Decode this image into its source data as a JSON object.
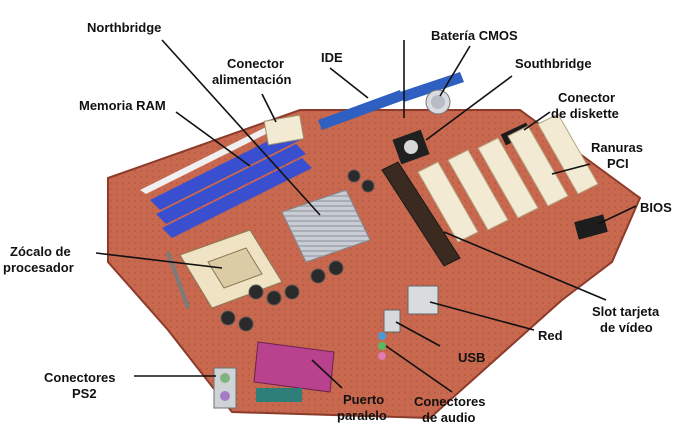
{
  "diagram": {
    "labels": {
      "northbridge": "Northbridge",
      "ide": "IDE",
      "bateria_cmos": "Batería CMOS",
      "conector_alimentacion_1": "Conector",
      "conector_alimentacion_2": "alimentación",
      "southbridge": "Southbridge",
      "memoria_ram": "Memoria RAM",
      "conector_diskette_1": "Conector",
      "conector_diskette_2": "de diskette",
      "ranuras_pci_1": "Ranuras",
      "ranuras_pci_2": "PCI",
      "bios": "BIOS",
      "zocalo_1": "Zócalo de",
      "zocalo_2": "procesador",
      "slot_video_1": "Slot tarjeta",
      "slot_video_2": "de vídeo",
      "red": "Red",
      "usb": "USB",
      "conectores_ps2_1": "Conectores",
      "conectores_ps2_2": "PS2",
      "puerto_paralelo_1": "Puerto",
      "puerto_paralelo_2": "paralelo",
      "conectores_audio_1": "Conectores",
      "conectores_audio_2": "de audio"
    },
    "colors": {
      "board": "#c8684e",
      "board_edge": "#8c3b2a",
      "ram_slot": "#3a4fd0",
      "ide": "#2f5fc0",
      "pci_slot": "#f3ead3",
      "heatsink": "#c9ccd2",
      "socket": "#efe3c4",
      "leader": "#111111"
    }
  }
}
